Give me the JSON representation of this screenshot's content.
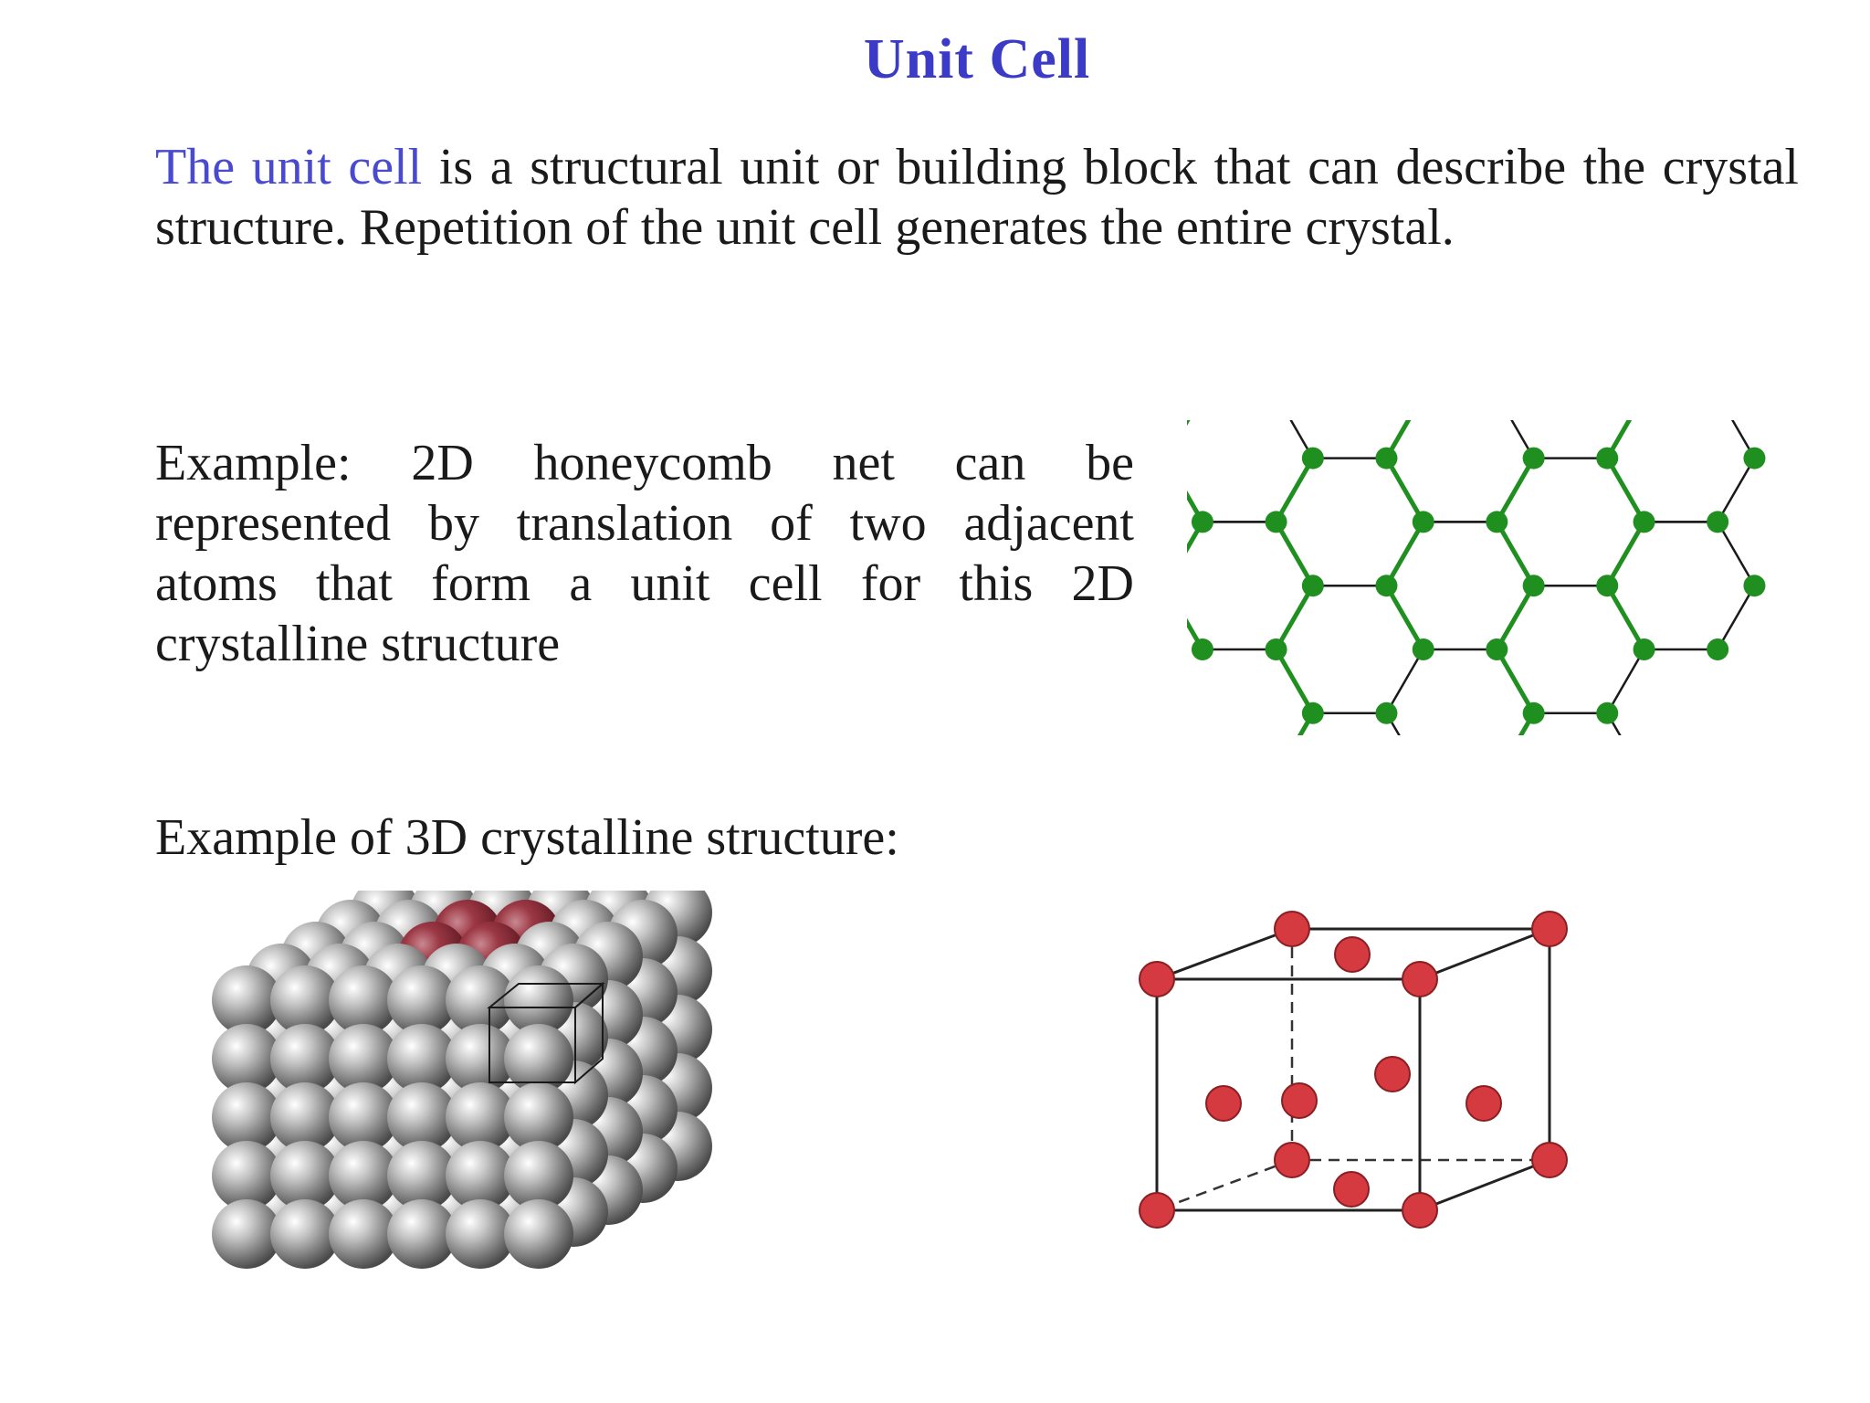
{
  "slide": {
    "title": "Unit Cell",
    "intro": {
      "highlight": "The unit cell",
      "rest": " is a structural unit or building block that can describe the crystal structure. Repetition of the unit cell generates the entire crystal."
    },
    "example_2d": "Example: 2D honeycomb net can be represented by translation of two adjacent atoms that form a unit cell for this 2D crystalline structure",
    "example_3d": "Example of 3D crystalline structure:"
  },
  "colors": {
    "title": "#3b3bc8",
    "highlight": "#4a4ad0",
    "honeycomb_atom": "#1f8f1f",
    "packed_atom": "#9a9a9a",
    "unit_cell_atom": "#8c2a33",
    "cube_atom": "#d43a3f"
  },
  "figures": {
    "honeycomb": "honeycomb-lattice-diagram",
    "packed_spheres": "packed-spheres-model",
    "fcc_cube": "fcc-unit-cell-diagram"
  }
}
